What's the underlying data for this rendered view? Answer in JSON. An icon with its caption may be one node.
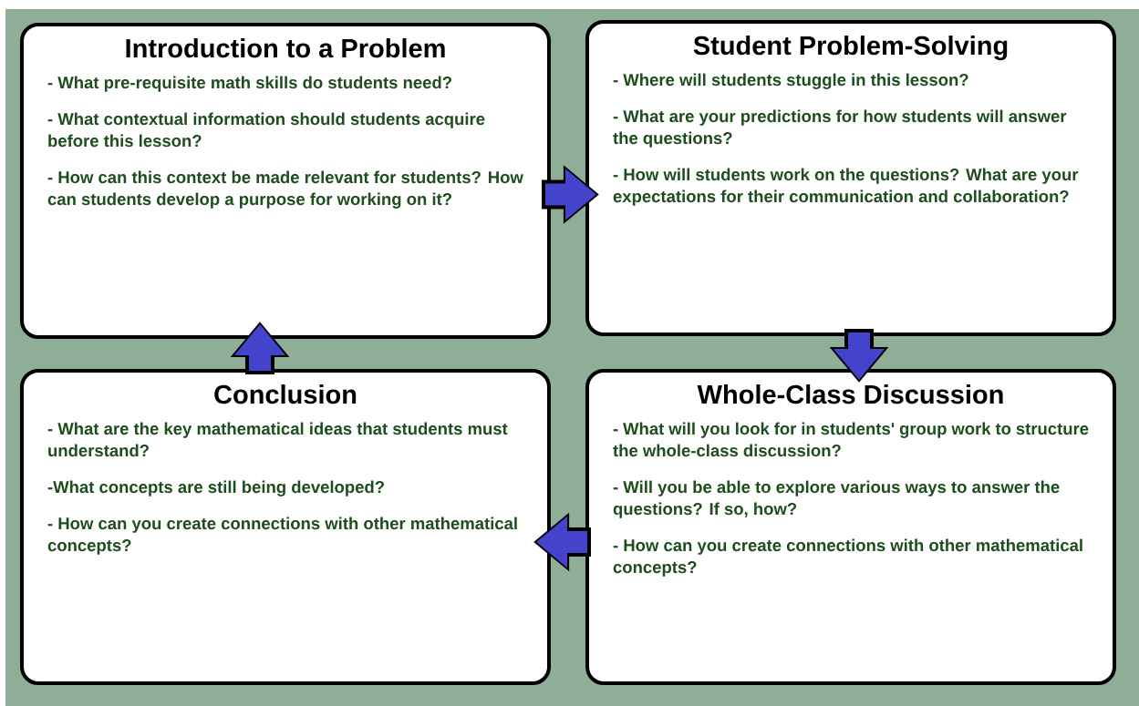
{
  "diagram": {
    "nodes": [
      {
        "text": [
          "Introduction to a Problem",
          "- What pre-requisite math skills do students need?",
          "- What contextual information should students acquire before this lesson?",
          "- How can this context be made relevant for students?  How can students develop a purpose for working on it?"
        ]
      },
      {
        "text": [
          "Student Problem-Solving",
          "- Where will students stuggle in this lesson?",
          "- What are your predictions for how students will answer the questions?",
          "- How will students work on the questions? What are your expectations for their communication and collaboration?"
        ]
      },
      {
        "text": [
          "Conclusion",
          "- What are the key mathematical ideas that students must understand?",
          "-What concepts are still being developed?",
          "- How can you create connections with other mathematical concepts?"
        ]
      },
      {
        "text": [
          "Whole-Class Discussion",
          "- What will you look for in students' group work to structure the whole-class discussion?",
          "- Will you be able to explore various ways to answer the questions?  If so, how?",
          "- How can you create connections with other mathematical concepts?"
        ]
      }
    ],
    "edges": [
      {
        "from": 0,
        "to": 1,
        "arrow": "to"
      },
      {
        "from": 1,
        "to": 3,
        "arrow": "to"
      },
      {
        "from": 3,
        "to": 2,
        "arrow": "to"
      },
      {
        "from": 2,
        "to": 0,
        "arrow": "to"
      }
    ]
  }
}
